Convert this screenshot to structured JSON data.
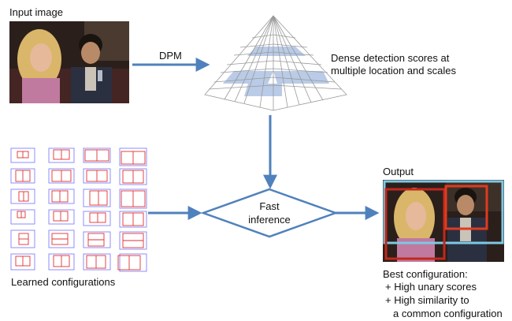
{
  "labels": {
    "input_image": "Input image",
    "dpm": "DPM",
    "dense_scores_line1": "Dense detection scores at",
    "dense_scores_line2": "multiple location and scales",
    "fast_inference_line1": "Fast",
    "fast_inference_line2": "inference",
    "learned_configurations": "Learned configurations",
    "output": "Output",
    "best_configuration": "Best configuration:",
    "bullet1": "+ High unary scores",
    "bullet2": "+ High similarity to",
    "bullet3": "a common configuration"
  },
  "colors": {
    "arrow": "#4f81bd",
    "pyramid_highlight": "#b9cbe6",
    "config_outer": "#8080ff",
    "config_inner": "#e03030",
    "output_bbox_large": "#c0281c",
    "output_bbox_small": "#e03a20",
    "output_bbox_outer": "#7ec8e3"
  }
}
